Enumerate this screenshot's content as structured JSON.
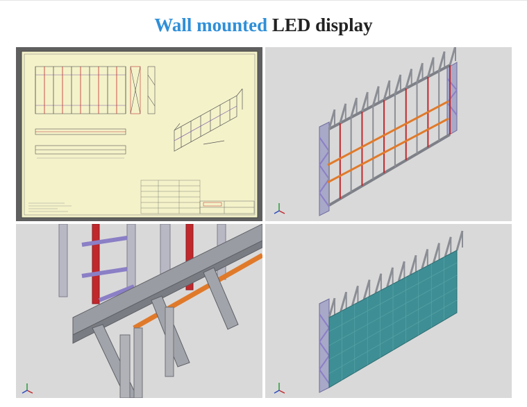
{
  "title": {
    "accent": "Wall mounted",
    "rest": "LED display"
  },
  "colors": {
    "accent": "#2f8fd8",
    "title_text": "#222222",
    "panel_bg": "#d9d9d9",
    "drawing_paper": "#f4f2c9",
    "steel": "#8a8d94",
    "red_post": "#c0282c",
    "orange_rail": "#e07a2a",
    "purple_brace": "#8b7fc6",
    "led_panel": "#3e8f95"
  },
  "panels": [
    {
      "name": "technical-drawing",
      "icon": "blueprint"
    },
    {
      "name": "steel-frame-3d-view",
      "icon": "axis-gizmo"
    },
    {
      "name": "frame-detail-closeup",
      "icon": "axis-gizmo"
    },
    {
      "name": "frame-with-led-modules",
      "icon": "axis-gizmo"
    }
  ]
}
